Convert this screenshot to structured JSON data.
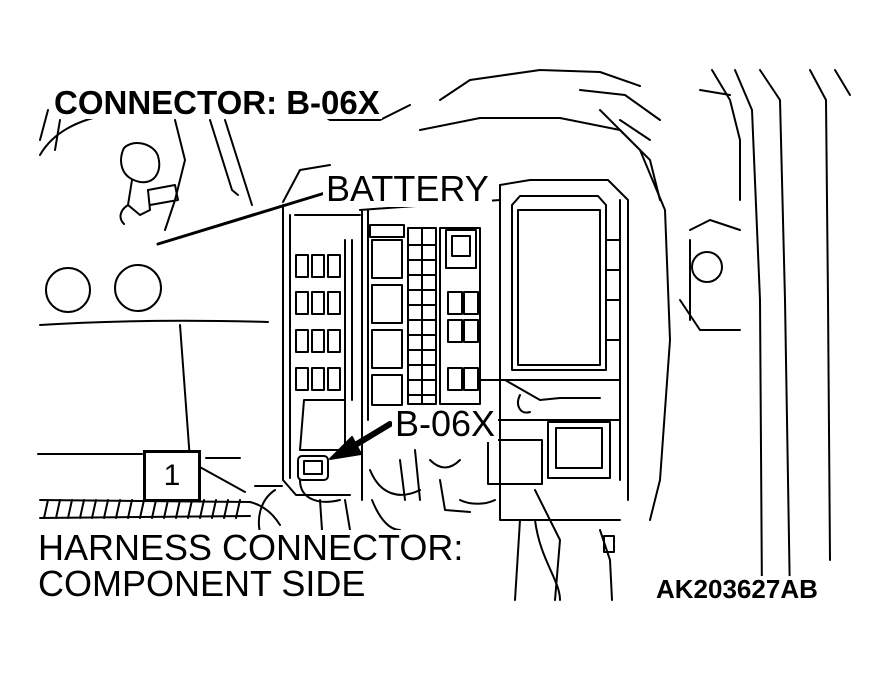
{
  "diagram": {
    "title": "CONNECTOR: B-06X",
    "callouts": {
      "battery": "BATTERY",
      "connector": "B-06X",
      "harness_line1": "HARNESS CONNECTOR:",
      "harness_line2": "COMPONENT SIDE",
      "item_number": "1"
    },
    "figure_code": "AK203627AB",
    "colors": {
      "line": "#000000",
      "background": "#ffffff"
    }
  }
}
